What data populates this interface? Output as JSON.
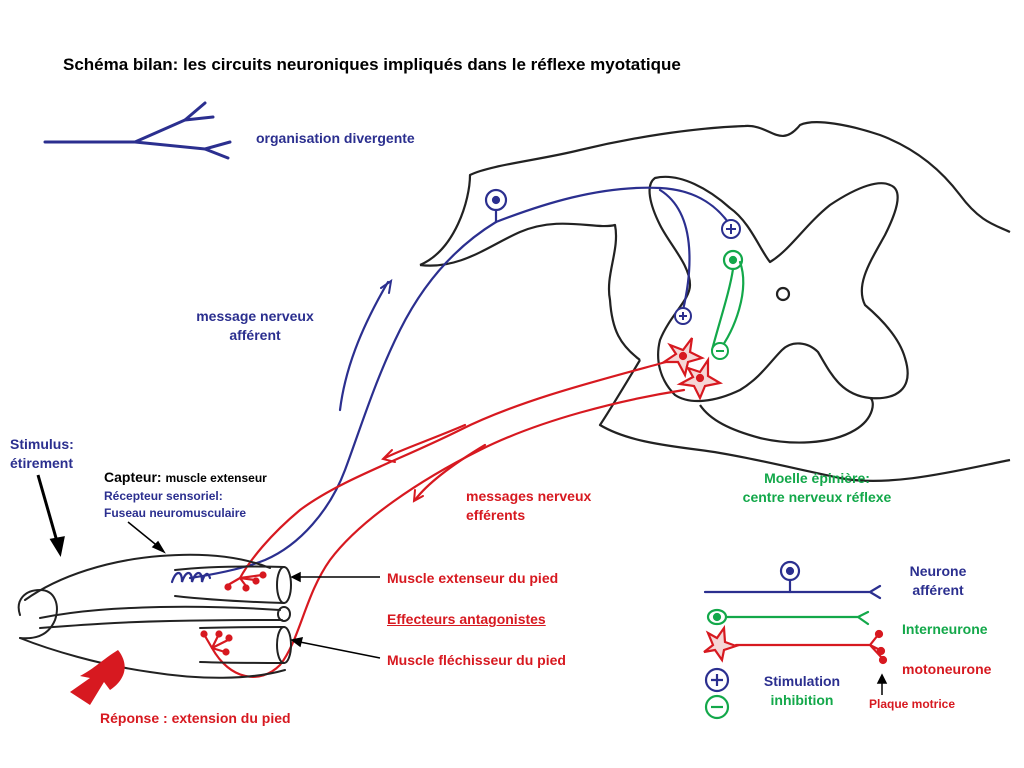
{
  "title": "Schéma bilan: les circuits neuroniques impliqués dans le réflexe myotatique",
  "labels": {
    "organisation": "organisation divergente",
    "afferent_msg_1": "message nerveux",
    "afferent_msg_2": "afférent",
    "stimulus_1": "Stimulus:",
    "stimulus_2": "étirement",
    "capteur_label": "Capteur:",
    "capteur_value": "muscle extenseur",
    "recepteur": "Récepteur sensoriel:",
    "fuseau": "Fuseau neuromusculaire",
    "efferent_1": "messages nerveux",
    "efferent_2": "efférents",
    "moelle_1": "Moelle épinière:",
    "moelle_2": "centre nerveux réflexe",
    "muscle_ext": "Muscle extenseur du pied",
    "effecteurs": "Effecteurs antagonistes",
    "muscle_flech": "Muscle fléchisseur du pied",
    "reponse": "Réponse : extension du pied"
  },
  "legend": {
    "neurone_1": "Neurone",
    "neurone_2": "afférent",
    "interneurone": "Interneurone",
    "motoneurone": "motoneurone",
    "stimulation": "Stimulation",
    "inhibition": "inhibition",
    "plaque": "Plaque motrice",
    "plus_symbol": "+",
    "minus_symbol": "−"
  },
  "colors": {
    "afferent": "#2b2f8f",
    "interneurone": "#13a84a",
    "motoneurone": "#d71920",
    "outline": "#222222"
  }
}
